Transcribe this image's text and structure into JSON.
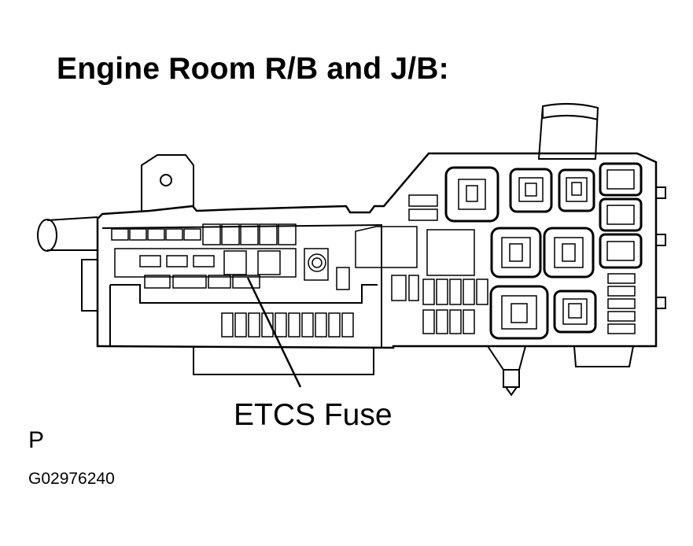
{
  "title": "Engine Room R/B and J/B:",
  "callout": {
    "label": "ETCS Fuse"
  },
  "marker": "P",
  "figure_id": "G02976240"
}
